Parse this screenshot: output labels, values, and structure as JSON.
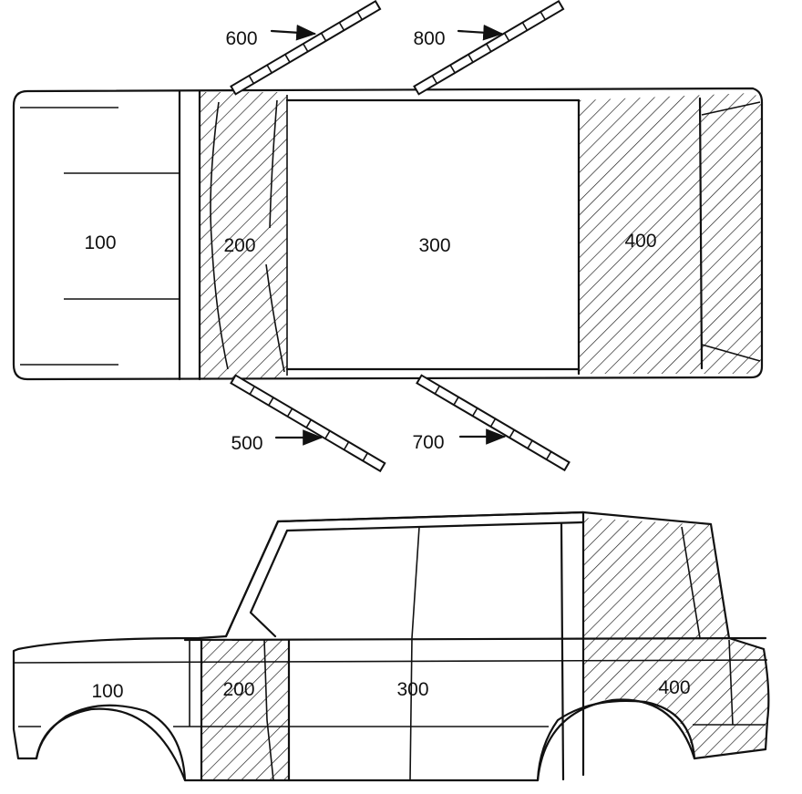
{
  "colors": {
    "ink": "#111111",
    "background": "#ffffff"
  },
  "top_view": {
    "regions": [
      {
        "id": "front",
        "label": "100"
      },
      {
        "id": "front-pillar",
        "label": "200"
      },
      {
        "id": "middle",
        "label": "300"
      },
      {
        "id": "rear",
        "label": "400"
      }
    ],
    "doors": [
      {
        "id": "front-left",
        "label": "600"
      },
      {
        "id": "rear-left",
        "label": "800"
      },
      {
        "id": "front-right",
        "label": "500"
      },
      {
        "id": "rear-right",
        "label": "700"
      }
    ]
  },
  "side_view": {
    "regions": [
      {
        "id": "front",
        "label": "100"
      },
      {
        "id": "front-pillar",
        "label": "200"
      },
      {
        "id": "middle",
        "label": "300"
      },
      {
        "id": "rear",
        "label": "400"
      }
    ]
  }
}
